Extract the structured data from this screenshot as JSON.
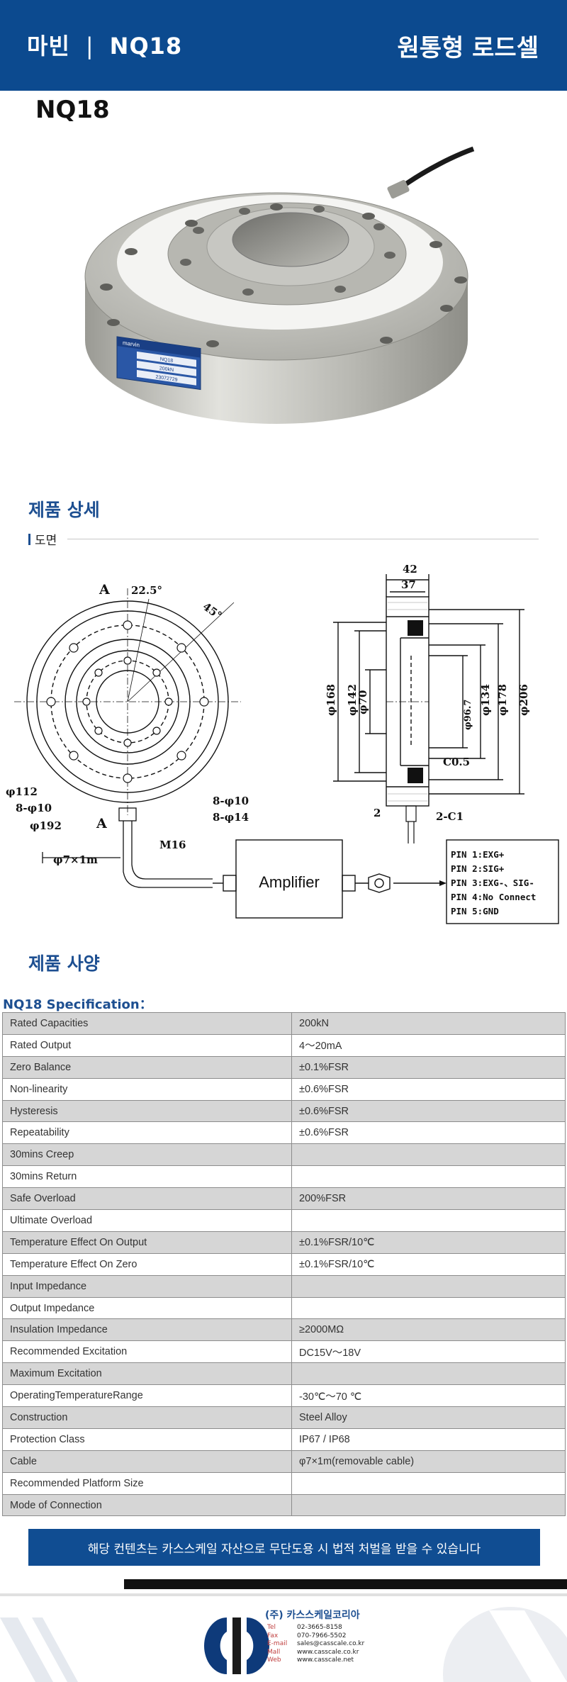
{
  "header": {
    "brand": "마빈",
    "separator": "|",
    "model": "NQ18",
    "product_type": "원통형 로드셀"
  },
  "model_title": "NQ18",
  "sections": {
    "detail_title": "제품 상세",
    "drawing_label": "도면",
    "spec_section_title": "제품 사양",
    "spec_title": "NQ18 Specification："
  },
  "product_label": {
    "brand": "marvin",
    "model": "NQ18",
    "capacity": "200kN",
    "serial": "23072729"
  },
  "drawing": {
    "section_marker": "A",
    "angle1": "22.5°",
    "angle2": "45°",
    "dims_left": [
      "φ112",
      "8-φ10",
      "φ192",
      "8-φ10",
      "8-φ14",
      "M16",
      "φ7×1m"
    ],
    "dims_right": [
      "42",
      "37",
      "φ168",
      "φ142",
      "φ70",
      "φ96.7",
      "φ134",
      "φ178",
      "φ206",
      "C0.5",
      "2",
      "2-C1"
    ],
    "amplifier": "Amplifier",
    "pins": [
      "PIN 1:EXG+",
      "PIN 2:SIG+",
      "PIN 3:EXG-、SIG-",
      "PIN 4:No Connect",
      "PIN 5:GND"
    ]
  },
  "spec_rows": [
    {
      "name": "Rated Capacities",
      "value": "200kN"
    },
    {
      "name": "Rated Output",
      "value": "4～20mA"
    },
    {
      "name": "Zero Balance",
      "value": "±0.1%FSR"
    },
    {
      "name": "Non-linearity",
      "value": "±0.6%FSR"
    },
    {
      "name": "Hysteresis",
      "value": "±0.6%FSR"
    },
    {
      "name": "Repeatability",
      "value": "±0.6%FSR"
    },
    {
      "name": "30mins Creep",
      "value": ""
    },
    {
      "name": "30mins Return",
      "value": ""
    },
    {
      "name": "Safe Overload",
      "value": "200%FSR"
    },
    {
      "name": "Ultimate Overload",
      "value": ""
    },
    {
      "name": "Temperature Effect On Output",
      "value": "±0.1%FSR/10℃"
    },
    {
      "name": "Temperature Effect On Zero",
      "value": "±0.1%FSR/10℃"
    },
    {
      "name": "Input Impedance",
      "value": ""
    },
    {
      "name": "Output Impedance",
      "value": ""
    },
    {
      "name": "Insulation Impedance",
      "value": "≥2000MΩ"
    },
    {
      "name": "Recommended Excitation",
      "value": "DC15V～18V"
    },
    {
      "name": "Maximum Excitation",
      "value": ""
    },
    {
      "name": "OperatingTemperatureRange",
      "value": " -30℃～70 ℃"
    },
    {
      "name": "Construction",
      "value": "Steel Alloy"
    },
    {
      "name": "Protection Class",
      "value": "IP67 / IP68"
    },
    {
      "name": "Cable",
      "value": "φ7×1m(removable cable)"
    },
    {
      "name": "Recommended Platform Size",
      "value": ""
    },
    {
      "name": "Mode of Connection",
      "value": ""
    }
  ],
  "notice": "해당 컨텐츠는 카스스케일 자산으로 무단도용 시 법적 처벌을 받을 수 있습니다",
  "footer": {
    "company": "(주) 카스스케일코리아",
    "contacts": [
      {
        "label": "Tel",
        "value": "02-3665-8158"
      },
      {
        "label": "Fax",
        "value": "070-7966-5502"
      },
      {
        "label": "E-mail",
        "value": "sales@casscale.co.kr"
      },
      {
        "label": "Mall",
        "value": "www.casscale.co.kr"
      },
      {
        "label": "Web",
        "value": "www.casscale.net"
      }
    ]
  },
  "colors": {
    "header_bg": "#0c4a8f",
    "accent": "#1d4f91",
    "notice_bg": "#104d92"
  }
}
